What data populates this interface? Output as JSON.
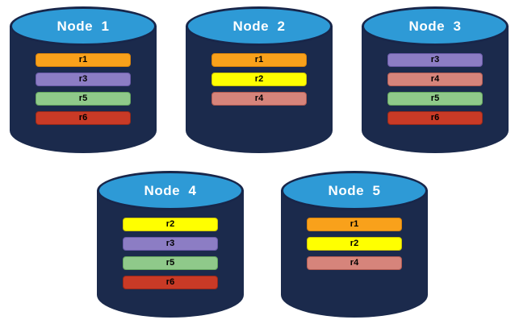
{
  "cylinder": {
    "body_color": "#1B2A4C",
    "top_color": "#2E9AD6",
    "outline_color": "#18264A",
    "title_color": "#FFFFFF"
  },
  "replica_colors": {
    "r1": {
      "bg": "#F9A11B",
      "border": "#D8830B"
    },
    "r2": {
      "bg": "#FFFF00",
      "border": "#CDC400"
    },
    "r3": {
      "bg": "#8C7DC4",
      "border": "#6A5AA8"
    },
    "r4": {
      "bg": "#D6847B",
      "border": "#B25B52"
    },
    "r5": {
      "bg": "#8FC98A",
      "border": "#64A55E"
    },
    "r6": {
      "bg": "#C93A26",
      "border": "#96291A"
    }
  },
  "nodes": [
    {
      "label": "Node  1",
      "replicas": [
        {
          "label": "r1",
          "color_key": "r1"
        },
        {
          "label": "r3",
          "color_key": "r3"
        },
        {
          "label": "r5",
          "color_key": "r5"
        },
        {
          "label": "r6",
          "color_key": "r6"
        }
      ]
    },
    {
      "label": "Node  2",
      "replicas": [
        {
          "label": "r1",
          "color_key": "r1"
        },
        {
          "label": "r2",
          "color_key": "r2"
        },
        {
          "label": "r4",
          "color_key": "r4"
        }
      ]
    },
    {
      "label": "Node  3",
      "replicas": [
        {
          "label": "r3",
          "color_key": "r3"
        },
        {
          "label": "r4",
          "color_key": "r4"
        },
        {
          "label": "r5",
          "color_key": "r5"
        },
        {
          "label": "r6",
          "color_key": "r6"
        }
      ]
    },
    {
      "label": "Node  4",
      "replicas": [
        {
          "label": "r2",
          "color_key": "r2"
        },
        {
          "label": "r3",
          "color_key": "r3"
        },
        {
          "label": "r5",
          "color_key": "r5"
        },
        {
          "label": "r6",
          "color_key": "r6"
        }
      ]
    },
    {
      "label": "Node  5",
      "replicas": [
        {
          "label": "r1",
          "color_key": "r1"
        },
        {
          "label": "r2",
          "color_key": "r2"
        },
        {
          "label": "r4",
          "color_key": "r4"
        }
      ]
    }
  ]
}
